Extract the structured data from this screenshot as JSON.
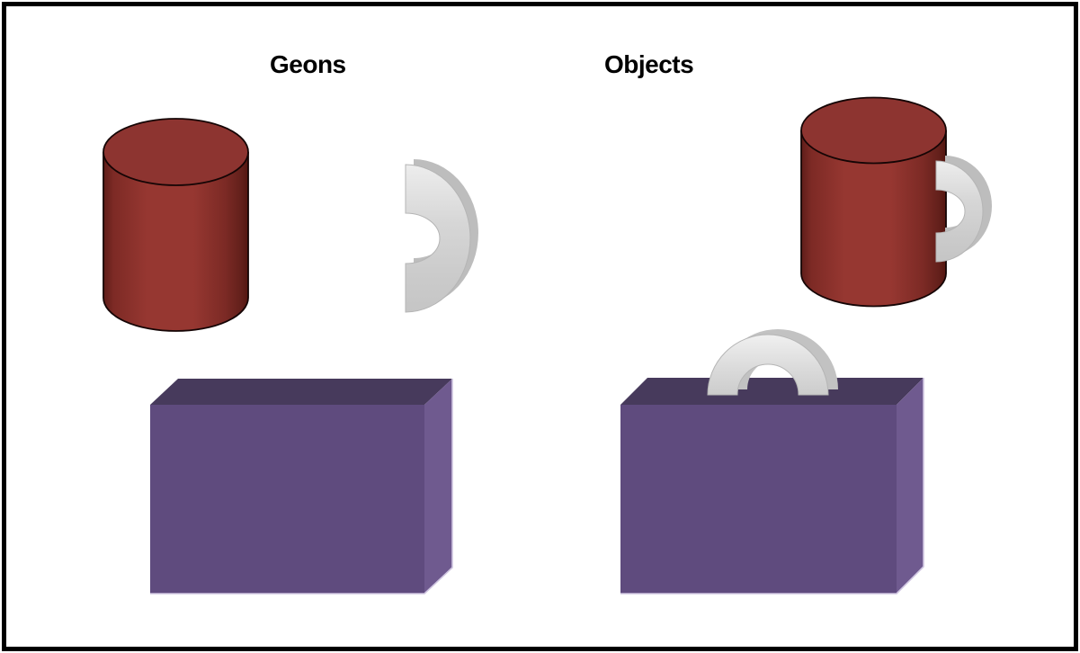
{
  "figure": {
    "left_label": "Geons",
    "right_label": "Objects"
  },
  "shapes": {
    "geons": [
      {
        "name": "cylinder-geon",
        "color": "#96362F"
      },
      {
        "name": "curved-handle-geon",
        "color": "#CDCDCD"
      },
      {
        "name": "brick-geon",
        "color": "#5F4B7E"
      }
    ],
    "objects": [
      {
        "name": "mug",
        "parts": "cylinder + curved handle"
      },
      {
        "name": "briefcase",
        "parts": "brick + curved handle"
      }
    ]
  },
  "colors": {
    "background": "#FFFFFF",
    "frame_border": "#000000",
    "label_text": "#000000",
    "cylinder_body": "#96362F",
    "cylinder_edge_dark": "#5E1D19",
    "cylinder_top": "#8D3430",
    "cylinder_outline": "#150505",
    "brick_front": "#5F4B7E",
    "brick_top": "#473A5C",
    "brick_side": "#6F5A8F",
    "brick_light_edge": "#CFC5E0",
    "handle_light": "#EDEDED",
    "handle_mid": "#CDCDCD",
    "handle_depth": "#BDBDBD"
  }
}
